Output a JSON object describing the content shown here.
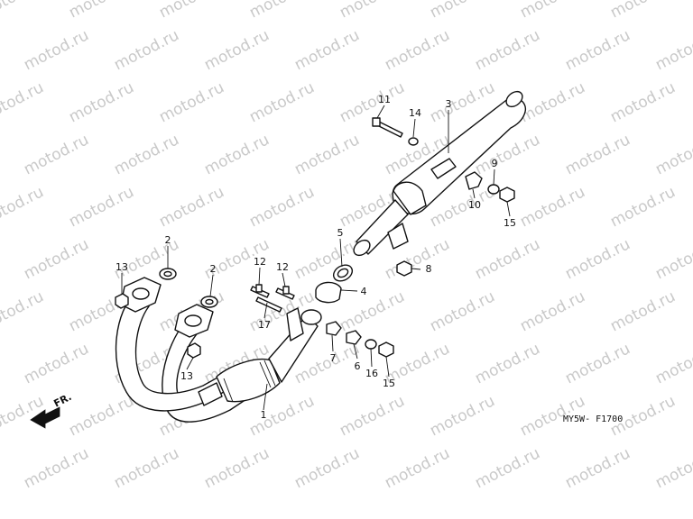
{
  "watermark": "motod.ru",
  "figure_code": "MY5W- F1700",
  "direction_label": "FR.",
  "callouts": [
    {
      "id": "c1",
      "label": "1"
    },
    {
      "id": "c2a",
      "label": "2"
    },
    {
      "id": "c2b",
      "label": "2"
    },
    {
      "id": "c3",
      "label": "3"
    },
    {
      "id": "c4",
      "label": "4"
    },
    {
      "id": "c5",
      "label": "5"
    },
    {
      "id": "c6",
      "label": "6"
    },
    {
      "id": "c7",
      "label": "7"
    },
    {
      "id": "c8",
      "label": "8"
    },
    {
      "id": "c9",
      "label": "9"
    },
    {
      "id": "c10",
      "label": "10"
    },
    {
      "id": "c11",
      "label": "11"
    },
    {
      "id": "c12a",
      "label": "12"
    },
    {
      "id": "c12b",
      "label": "12"
    },
    {
      "id": "c13a",
      "label": "13"
    },
    {
      "id": "c13b",
      "label": "13"
    },
    {
      "id": "c14",
      "label": "14"
    },
    {
      "id": "c15a",
      "label": "15"
    },
    {
      "id": "c15b",
      "label": "15"
    },
    {
      "id": "c16",
      "label": "16"
    },
    {
      "id": "c17",
      "label": "17"
    }
  ]
}
